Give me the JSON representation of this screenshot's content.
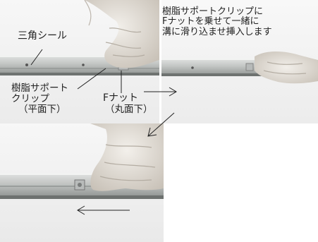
{
  "labels": {
    "triangle_seal": "三角シール",
    "support_clip": "樹脂サポート\nクリップ",
    "support_clip_note": "（平面下）",
    "f_nut": "Fナット",
    "f_nut_note": "（丸面下）",
    "instruction": "樹脂サポートクリップに\nFナットを乗せて一緒に\n溝に滑り込ませ挿入します"
  },
  "colors": {
    "rail": "#c4c6c4",
    "rail_shadow": "#8e918f",
    "glove": "#e2ddd6",
    "arrow": "#1a1a1a"
  }
}
